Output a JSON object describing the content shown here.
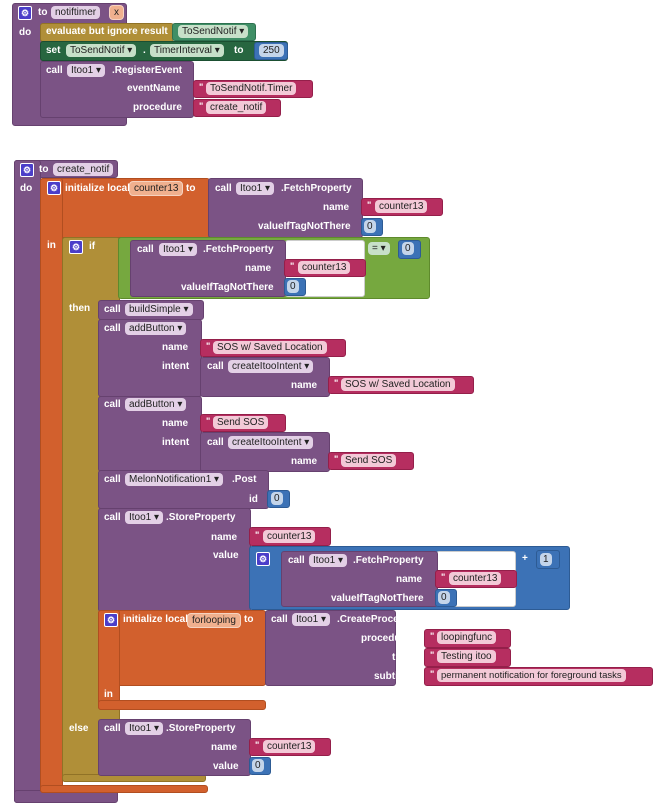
{
  "proc1": {
    "to": "to",
    "name": "notiftimer",
    "param": "x",
    "do": "do",
    "evaluate": "evaluate but ignore result",
    "getter": "ToSendNotif ▾",
    "set": "set",
    "set_comp": "ToSendNotif ▾",
    "dot": ".",
    "set_prop": "TimerInterval ▾",
    "set_to": "to",
    "set_value": "250",
    "call": "call",
    "comp": "Itoo1 ▾",
    "method": ".RegisterEvent",
    "arg1": "eventName",
    "val1": "ToSendNotif.Timer",
    "arg2": "procedure",
    "val2": "create_notif"
  },
  "proc2": {
    "to": "to",
    "name": "create_notif",
    "do": "do",
    "init": "initialize local",
    "var": "counter13",
    "init_to": "to",
    "fetch": {
      "call": "call",
      "comp": "Itoo1 ▾",
      "method": ".FetchProperty",
      "name_label": "name",
      "name": "counter13",
      "default_label": "valueIfTagNotThere",
      "default": "0"
    },
    "in": "in",
    "if": "if",
    "fetch2": {
      "call": "call",
      "comp": "Itoo1 ▾",
      "method": ".FetchProperty",
      "name_label": "name",
      "name": "counter13",
      "default_label": "valueIfTagNotThere",
      "default": "0"
    },
    "eq": "= ▾",
    "eq_value": "0",
    "then": "then",
    "buildSimple": {
      "call": "call",
      "method": "buildSimple ▾"
    },
    "add1": {
      "call": "call",
      "method": "addButton ▾",
      "name_label": "name",
      "name": "SOS w/ Saved Location",
      "intent_label": "intent",
      "intent_call": "call",
      "intent_method": "createItooIntent ▾",
      "intent_name_label": "name",
      "intent_name": "SOS w/ Saved Location"
    },
    "add2": {
      "call": "call",
      "method": "addButton ▾",
      "name_label": "name",
      "name": "Send SOS",
      "intent_label": "intent",
      "intent_call": "call",
      "intent_method": "createItooIntent ▾",
      "intent_name_label": "name",
      "intent_name": "Send SOS"
    },
    "post": {
      "call": "call",
      "comp": "MelonNotification1 ▾",
      "method": ".Post",
      "id_label": "id",
      "id": "0"
    },
    "store": {
      "call": "call",
      "comp": "Itoo1 ▾",
      "method": ".StoreProperty",
      "name_label": "name",
      "name": "counter13",
      "value_label": "value",
      "plus": "+",
      "plus_value": "1",
      "fetch": {
        "call": "call",
        "comp": "Itoo1 ▾",
        "method": ".FetchProperty",
        "name_label": "name",
        "name": "counter13",
        "default_label": "valueIfTagNotThere",
        "default": "0"
      }
    },
    "init2": {
      "init": "initialize local",
      "var": "forlooping",
      "to": "to",
      "in": "in",
      "call": "call",
      "comp": "Itoo1 ▾",
      "method": ".CreateProcess",
      "p1": "procedure",
      "v1": "loopingfunc",
      "p2": "title",
      "v2": "Testing itoo",
      "p3": "subtitle",
      "v3": "permanent notification for foreground tasks"
    },
    "else": "else",
    "store2": {
      "call": "call",
      "comp": "Itoo1 ▾",
      "method": ".StoreProperty",
      "name_label": "name",
      "name": "counter13",
      "value_label": "value",
      "value": "0"
    }
  }
}
